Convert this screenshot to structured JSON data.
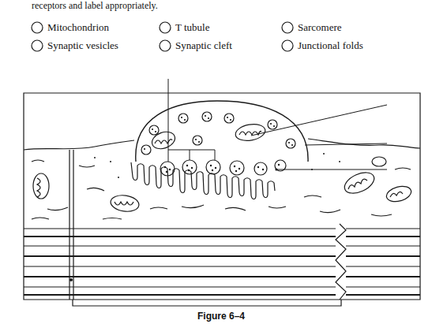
{
  "diagram": {
    "caption": "Figure 6–4",
    "labels": [
      "receptors and label appropriately.",
      "Mitochondrion",
      "T tubule",
      "Sarcomere",
      "Synaptic vesicles",
      "Synaptic cleft",
      "Junctional folds"
    ]
  }
}
